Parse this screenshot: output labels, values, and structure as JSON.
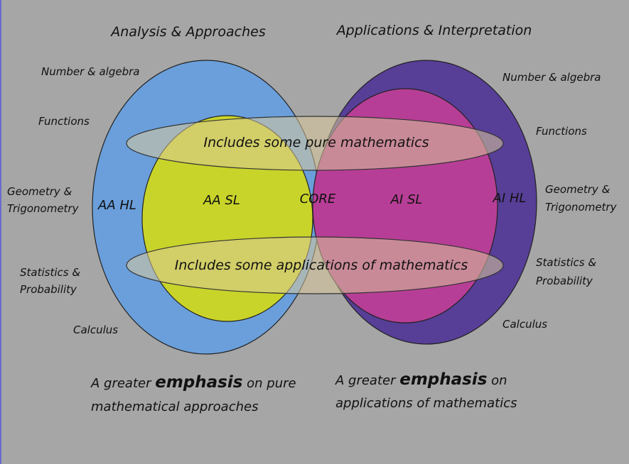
{
  "titles": {
    "left": "Analysis & Approaches",
    "right": "Applications & Interpretation"
  },
  "left_topics": [
    [
      "Number & algebra"
    ],
    [
      "Functions"
    ],
    [
      "Geometry &",
      "Trigonometry"
    ],
    [
      "Statistics &",
      "Probability"
    ],
    [
      "Calculus"
    ]
  ],
  "right_topics": [
    [
      "Number & algebra"
    ],
    [
      "Functions"
    ],
    [
      "Geometry &",
      "Trigonometry"
    ],
    [
      "Statistics &",
      "Probability"
    ],
    [
      "Calculus"
    ]
  ],
  "regions": {
    "aa_hl": "AA HL",
    "aa_sl": "AA SL",
    "core": "CORE",
    "ai_sl": "AI SL",
    "ai_hl": "AI HL"
  },
  "bands": {
    "pure": "Includes some pure mathematics",
    "applications": "Includes some applications of  mathematics"
  },
  "captions": {
    "left": {
      "prefix": "A greater ",
      "emphasis": "emphasis",
      "suffix": " on pure",
      "line2": "mathematical approaches"
    },
    "right": {
      "prefix": "A greater ",
      "emphasis": "emphasis",
      "suffix": " on",
      "line2": "applications of mathematics"
    }
  },
  "colors": {
    "background": "#a6a6a6",
    "aa_hl": "#6a9fdb",
    "aa_sl": "#c9d42a",
    "ai_hl": "#573e97",
    "ai_sl": "#b73e96",
    "core": "#d76f6d",
    "band": "#c9bd8c"
  }
}
